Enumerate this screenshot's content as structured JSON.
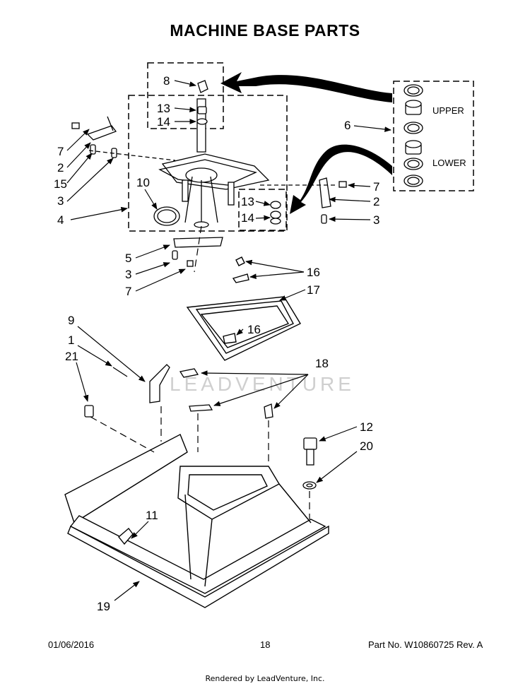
{
  "title": "MACHINE BASE PARTS",
  "watermark": "LEADVENTURE",
  "labels": {
    "upper": "UPPER",
    "lower": "LOWER"
  },
  "callouts": {
    "n8": "8",
    "n13a": "13",
    "n14a": "14",
    "n7a": "7",
    "n2a": "2",
    "n15": "15",
    "n3a": "3",
    "n4": "4",
    "n10": "10",
    "n13b": "13",
    "n14b": "14",
    "n6": "6",
    "n7b": "7",
    "n2b": "2",
    "n3b": "3",
    "n5": "5",
    "n3c": "3",
    "n7c": "7",
    "n16a": "16",
    "n17": "17",
    "n16b": "16",
    "n9": "9",
    "n1": "1",
    "n21": "21",
    "n18": "18",
    "n12": "12",
    "n20": "20",
    "n11": "11",
    "n19": "19"
  },
  "footer": {
    "date": "01/06/2016",
    "page": "18",
    "part": "Part No.  W10860725  Rev.  A"
  },
  "rendered_by": "Rendered by LeadVenture, Inc."
}
